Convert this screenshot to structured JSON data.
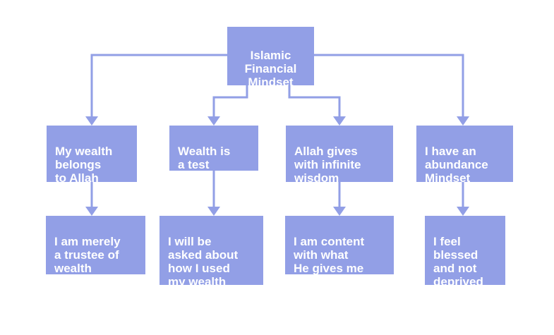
{
  "diagram": {
    "root": {
      "label": "Islamic\nFinancial\nMindset"
    },
    "branches": [
      {
        "label": "My wealth\nbelongs\nto Allah",
        "child": "I am merely\na trustee of\nwealth"
      },
      {
        "label": "Wealth is\na test",
        "child": "I will be\nasked about\nhow I used\nmy wealth"
      },
      {
        "label": "Allah gives\nwith infinite\nwisdom",
        "child": "I am content\nwith what\nHe gives me"
      },
      {
        "label": "I have an\nabundance\nMindset",
        "child": "I feel\nblessed\nand not\ndeprived"
      }
    ],
    "colors": {
      "box": "#929fe6",
      "line": "#929fe6",
      "text": "#ffffff"
    }
  }
}
